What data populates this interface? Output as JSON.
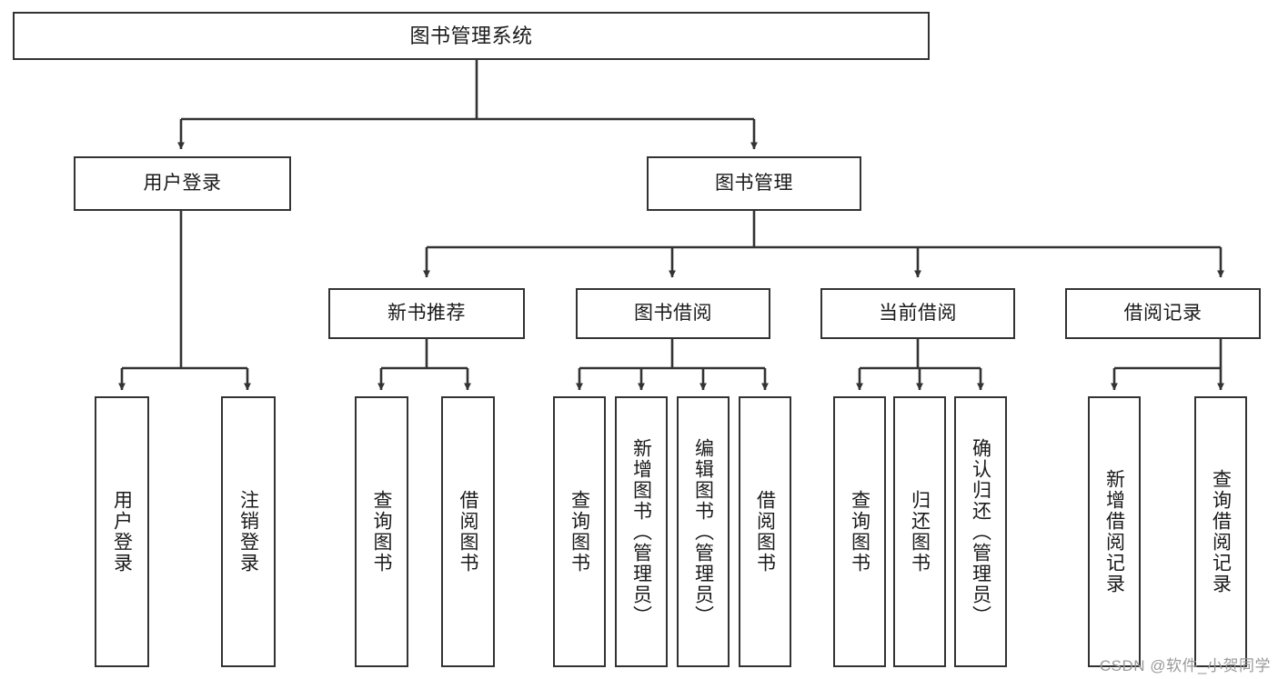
{
  "diagram": {
    "title": "图书管理系统",
    "type": "tree-hierarchy-diagram",
    "watermark": "CSDN @软件_小贺同学",
    "colors": {
      "node_border": "#333333",
      "node_fill": "#ffffff",
      "edge": "#333333",
      "text": "#1a1a1a",
      "watermark": "#9a9a9a",
      "background": "#ffffff"
    },
    "nodes": {
      "root": {
        "label": "图书管理系统"
      },
      "level2": [
        {
          "id": "user-login",
          "label": "用户登录"
        },
        {
          "id": "book-manage",
          "label": "图书管理"
        }
      ],
      "level3": [
        {
          "id": "new-book-recommend",
          "label": "新书推荐"
        },
        {
          "id": "book-borrow",
          "label": "图书借阅"
        },
        {
          "id": "current-borrow",
          "label": "当前借阅"
        },
        {
          "id": "borrow-record",
          "label": "借阅记录"
        }
      ],
      "leaves": {
        "user_login": [
          {
            "id": "leaf-user-login",
            "label": "用户登录"
          },
          {
            "id": "leaf-logout-login",
            "label": "注销登录"
          }
        ],
        "new_book_recommend": [
          {
            "id": "leaf-query-book-1",
            "label": "查询图书"
          },
          {
            "id": "leaf-borrow-book-1",
            "label": "借阅图书"
          }
        ],
        "book_borrow": [
          {
            "id": "leaf-query-book-2",
            "label": "查询图书"
          },
          {
            "id": "leaf-add-book",
            "label": "新增图书（管理员）"
          },
          {
            "id": "leaf-edit-book",
            "label": "编辑图书（管理员）"
          },
          {
            "id": "leaf-borrow-book-2",
            "label": "借阅图书"
          }
        ],
        "current_borrow": [
          {
            "id": "leaf-query-book-3",
            "label": "查询图书"
          },
          {
            "id": "leaf-return-book",
            "label": "归还图书"
          },
          {
            "id": "leaf-confirm-return",
            "label": "确认归还（管理员）"
          }
        ],
        "borrow_record": [
          {
            "id": "leaf-add-record",
            "label": "新增借阅记录"
          },
          {
            "id": "leaf-query-record",
            "label": "查询借阅记录"
          }
        ]
      }
    }
  }
}
